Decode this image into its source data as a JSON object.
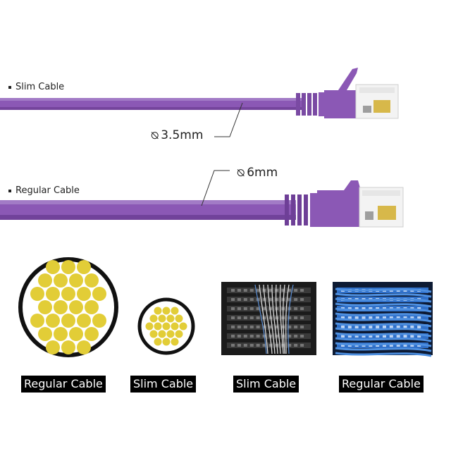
{
  "cables": {
    "slim_label": "Slim Cable",
    "regular_label": "Regular Cable",
    "slim_diameter": "3.5mm",
    "regular_diameter": "6mm",
    "diameter_symbol": "⦰"
  },
  "captions": [
    "Regular Cable",
    "Slim Cable",
    "Slim Cable",
    "Regular Cable"
  ],
  "colors": {
    "cable_purple": "#8b58b5",
    "conductor_yellow": "#e2cd37",
    "caption_bg": "#000000",
    "rack_black": "#1b1b1b",
    "network_blue": "#2f6fc8"
  }
}
